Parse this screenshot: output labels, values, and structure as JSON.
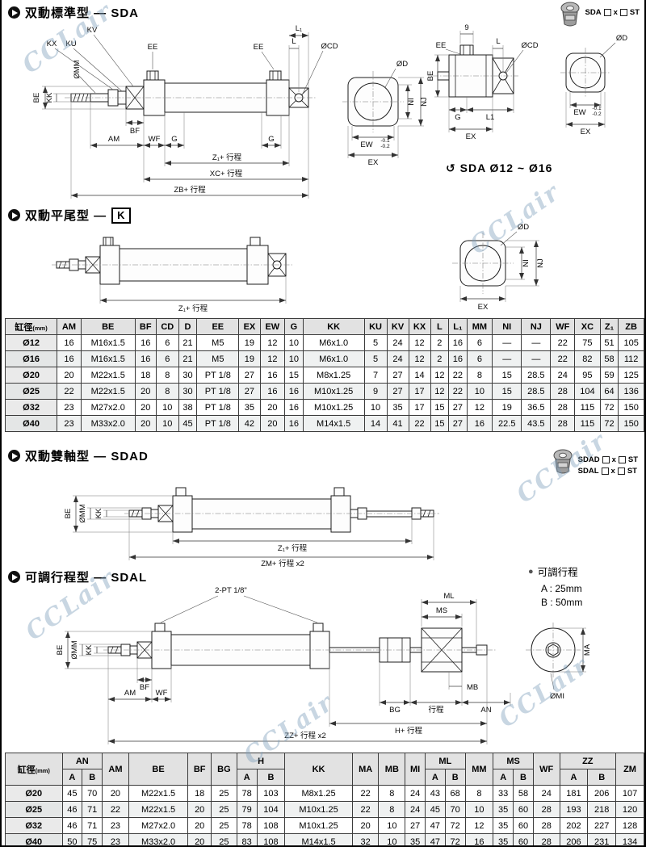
{
  "watermark": "CCLair",
  "icons": {
    "section_bullet": "play-circle-icon",
    "mount_icon": "cylinder-mount-icon"
  },
  "s1": {
    "title": "双動標準型 — SDA",
    "model": {
      "prefix": "SDA",
      "x": "x",
      "suffix": "ST"
    },
    "note_icon": "↺",
    "note_text": "SDA Ø12 ~ Ø16",
    "d1": {
      "KX": "KX",
      "KU": "KU",
      "KV": "KV",
      "EE": "EE",
      "MM": "ØMM",
      "L": "L",
      "L1": "L₁",
      "CD": "ØCD",
      "BE": "BE",
      "KK": "KK",
      "BF": "BF",
      "AM": "AM",
      "WF": "WF",
      "G": "G",
      "Z1": "Z₁+ 行程",
      "XC": "XC+ 行程",
      "ZB": "ZB+ 行程",
      "D": "ØD",
      "NI": "NI",
      "NJ": "NJ",
      "EW": "EW",
      "EX": "EX",
      "tol1": "-0.1",
      "tol2": "-0.2"
    },
    "d2": {
      "nine": "9",
      "EE": "EE",
      "L": "L",
      "CD": "ØCD",
      "D": "ØD",
      "BE": "BE",
      "G": "G",
      "L1": "L1",
      "EW": "EW",
      "EX": "EX"
    }
  },
  "s2": {
    "title": "双動平尾型 —",
    "k": "K",
    "d": {
      "Z1": "Z₁+ 行程",
      "D": "ØD",
      "NI": "NI",
      "NJ": "NJ",
      "EX": "EX"
    }
  },
  "t1": {
    "col0": "缸徑",
    "col0sub": "(mm)",
    "headers": [
      "AM",
      "BE",
      "BF",
      "CD",
      "D",
      "EE",
      "EX",
      "EW",
      "G",
      "KK",
      "KU",
      "KV",
      "KX",
      "L",
      "L₁",
      "MM",
      "NI",
      "NJ",
      "WF",
      "XC",
      "Z₁",
      "ZB"
    ],
    "rows": [
      {
        "dia": "Ø12",
        "v": [
          "16",
          "M16x1.5",
          "16",
          "6",
          "21",
          "M5",
          "19",
          "12",
          "10",
          "M6x1.0",
          "5",
          "24",
          "12",
          "2",
          "16",
          "6",
          "—",
          "—",
          "22",
          "75",
          "51",
          "105"
        ]
      },
      {
        "dia": "Ø16",
        "v": [
          "16",
          "M16x1.5",
          "16",
          "6",
          "21",
          "M5",
          "19",
          "12",
          "10",
          "M6x1.0",
          "5",
          "24",
          "12",
          "2",
          "16",
          "6",
          "—",
          "—",
          "22",
          "82",
          "58",
          "112"
        ]
      },
      {
        "dia": "Ø20",
        "v": [
          "20",
          "M22x1.5",
          "18",
          "8",
          "30",
          "PT 1/8",
          "27",
          "16",
          "15",
          "M8x1.25",
          "7",
          "27",
          "14",
          "12",
          "22",
          "8",
          "15",
          "28.5",
          "24",
          "95",
          "59",
          "125"
        ]
      },
      {
        "dia": "Ø25",
        "v": [
          "22",
          "M22x1.5",
          "20",
          "8",
          "30",
          "PT 1/8",
          "27",
          "16",
          "16",
          "M10x1.25",
          "9",
          "27",
          "17",
          "12",
          "22",
          "10",
          "15",
          "28.5",
          "28",
          "104",
          "64",
          "136"
        ]
      },
      {
        "dia": "Ø32",
        "v": [
          "23",
          "M27x2.0",
          "20",
          "10",
          "38",
          "PT 1/8",
          "35",
          "20",
          "16",
          "M10x1.25",
          "10",
          "35",
          "17",
          "15",
          "27",
          "12",
          "19",
          "36.5",
          "28",
          "115",
          "72",
          "150"
        ]
      },
      {
        "dia": "Ø40",
        "v": [
          "23",
          "M33x2.0",
          "20",
          "10",
          "45",
          "PT 1/8",
          "42",
          "20",
          "16",
          "M14x1.5",
          "14",
          "41",
          "22",
          "15",
          "27",
          "16",
          "22.5",
          "43.5",
          "28",
          "115",
          "72",
          "150"
        ]
      }
    ]
  },
  "s3": {
    "title": "双動雙軸型 — SDAD",
    "models": [
      {
        "prefix": "SDAD",
        "x": "x",
        "suffix": "ST"
      },
      {
        "prefix": "SDAL",
        "x": "x",
        "suffix": "ST"
      }
    ],
    "d": {
      "BE": "BE",
      "MM": "ØMM",
      "KK": "KK",
      "Z1": "Z₁+ 行程",
      "ZM": "ZM+ 行程 x2"
    }
  },
  "s4": {
    "title": "可調行程型 — SDAL",
    "note_bullet": "●",
    "note_title": "可調行程",
    "note_a": "A : 25mm",
    "note_b": "B : 50mm",
    "d": {
      "port": "2-PT 1/8\"",
      "ML": "ML",
      "MS": "MS",
      "BE": "BE",
      "MM": "ØMM",
      "KK": "KK",
      "BF": "BF",
      "AM": "AM",
      "WF": "WF",
      "BG": "BG",
      "stroke": "行程",
      "AN": "AN",
      "MB": "MB",
      "MA": "MA",
      "MI": "ØMI",
      "H": "H+ 行程",
      "ZZ": "ZZ+ 行程 x2"
    }
  },
  "t2": {
    "col0": "缸徑",
    "col0sub": "(mm)",
    "groups": [
      {
        "label": "AN",
        "span": 2
      },
      {
        "label": "AM",
        "span": 1
      },
      {
        "label": "BE",
        "span": 1
      },
      {
        "label": "BF",
        "span": 1
      },
      {
        "label": "BG",
        "span": 1
      },
      {
        "label": "H",
        "span": 2
      },
      {
        "label": "KK",
        "span": 1
      },
      {
        "label": "MA",
        "span": 1
      },
      {
        "label": "MB",
        "span": 1
      },
      {
        "label": "MI",
        "span": 1
      },
      {
        "label": "ML",
        "span": 2
      },
      {
        "label": "MM",
        "span": 1
      },
      {
        "label": "MS",
        "span": 2
      },
      {
        "label": "WF",
        "span": 1
      },
      {
        "label": "ZZ",
        "span": 2
      },
      {
        "label": "ZM",
        "span": 1
      }
    ],
    "sub": [
      "A",
      "B"
    ],
    "rows": [
      {
        "dia": "Ø20",
        "v": [
          "45",
          "70",
          "20",
          "M22x1.5",
          "18",
          "25",
          "78",
          "103",
          "M8x1.25",
          "22",
          "8",
          "24",
          "43",
          "68",
          "8",
          "33",
          "58",
          "24",
          "181",
          "206",
          "107"
        ]
      },
      {
        "dia": "Ø25",
        "v": [
          "46",
          "71",
          "22",
          "M22x1.5",
          "20",
          "25",
          "79",
          "104",
          "M10x1.25",
          "22",
          "8",
          "24",
          "45",
          "70",
          "10",
          "35",
          "60",
          "28",
          "193",
          "218",
          "120"
        ]
      },
      {
        "dia": "Ø32",
        "v": [
          "46",
          "71",
          "23",
          "M27x2.0",
          "20",
          "25",
          "78",
          "108",
          "M10x1.25",
          "20",
          "10",
          "27",
          "47",
          "72",
          "12",
          "35",
          "60",
          "28",
          "202",
          "227",
          "128"
        ]
      },
      {
        "dia": "Ø40",
        "v": [
          "50",
          "75",
          "23",
          "M33x2.0",
          "20",
          "25",
          "83",
          "108",
          "M14x1.5",
          "32",
          "10",
          "35",
          "47",
          "72",
          "16",
          "35",
          "60",
          "28",
          "206",
          "231",
          "134"
        ]
      }
    ]
  }
}
